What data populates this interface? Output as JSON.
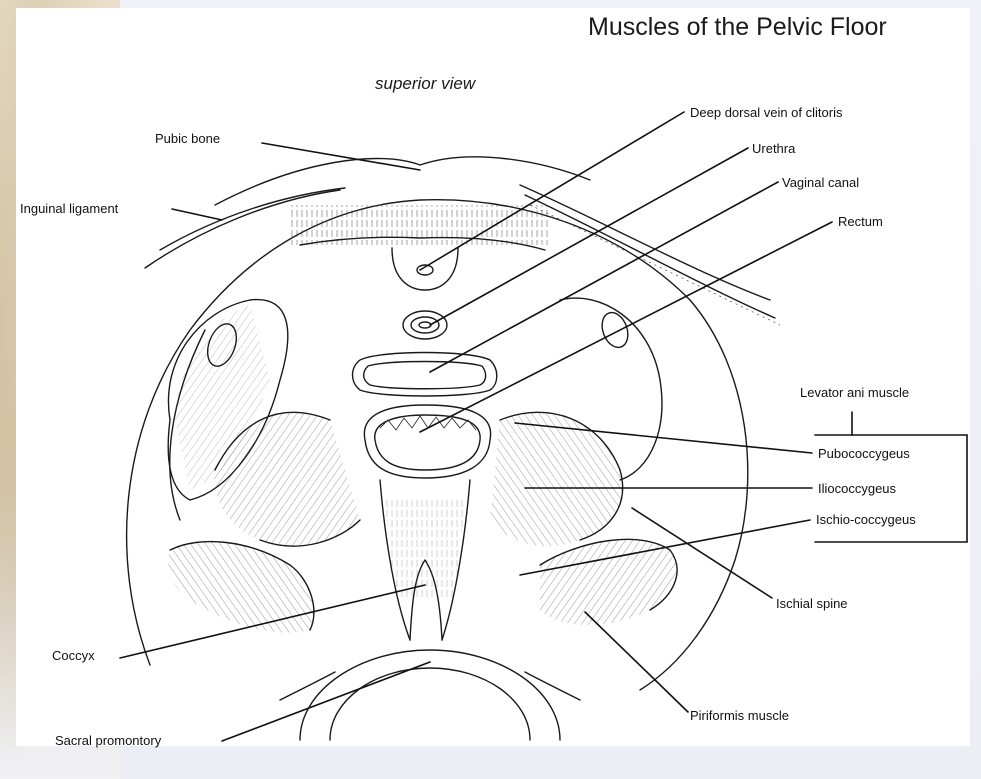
{
  "diagram": {
    "title": "Muscles of the Pelvic Floor",
    "subtitle": "superior view",
    "labels": {
      "pubic_bone": "Pubic bone",
      "inguinal_ligament": "Inguinal ligament",
      "deep_dorsal_vein": "Deep dorsal vein of clitoris",
      "urethra": "Urethra",
      "vaginal_canal": "Vaginal canal",
      "rectum": "Rectum",
      "levator_ani": "Levator ani muscle",
      "pubococcygeus": "Pubococcygeus",
      "iliococcygeus": "Iliococcygeus",
      "ischio_coccygeus": "Ischio-coccygeus",
      "ischial_spine": "Ischial spine",
      "coccyx": "Coccyx",
      "piriformis": "Piriformis muscle",
      "sacral_promontory": "Sacral promontory"
    }
  }
}
